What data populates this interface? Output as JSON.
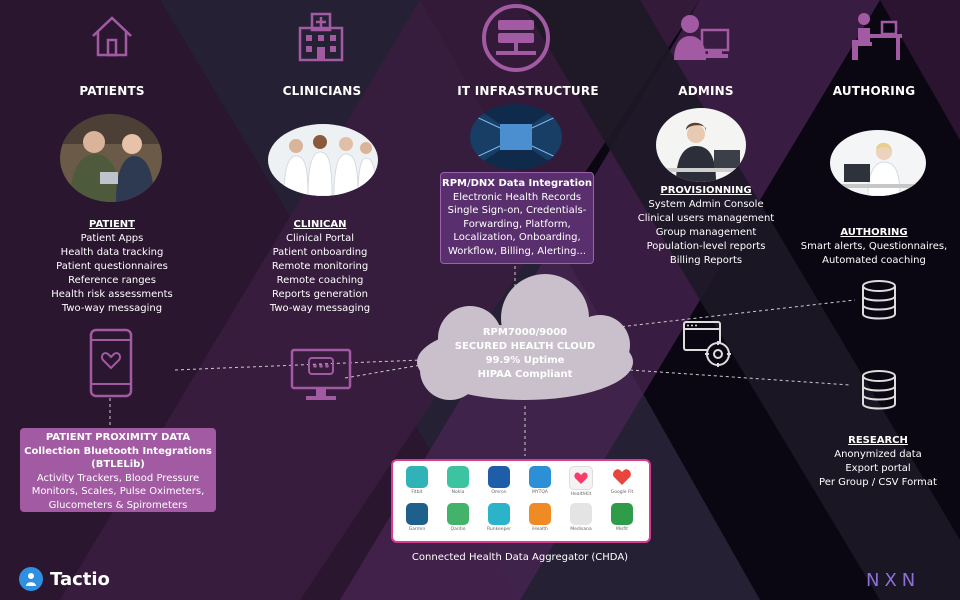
{
  "colors": {
    "accent": "#a25aa3",
    "pink": "#d83c92",
    "cloud": "#c9c0cc"
  },
  "categories": [
    {
      "id": "patients",
      "label": "PATIENTS",
      "icon": "house-icon"
    },
    {
      "id": "clinicians",
      "label": "CLINICIANS",
      "icon": "hospital-icon"
    },
    {
      "id": "it",
      "label": "IT INFRASTRUCTURE",
      "icon": "server-icon"
    },
    {
      "id": "admins",
      "label": "ADMINS",
      "icon": "admin-computer-icon"
    },
    {
      "id": "authoring",
      "label": "AUTHORING",
      "icon": "desk-worker-icon"
    }
  ],
  "patient": {
    "title": "PATIENT",
    "items": [
      "Patient Apps",
      "Health data tracking",
      "Patient questionnaires",
      "Reference ranges",
      "Health risk assessments",
      "Two-way messaging"
    ]
  },
  "clinician": {
    "title": "CLINICAN",
    "items": [
      "Clinical Portal",
      "Patient onboarding",
      "Remote monitoring",
      "Remote coaching",
      "Reports generation",
      "Two-way messaging"
    ]
  },
  "integration": {
    "title": "RPM/DNX Data Integration",
    "lines": [
      "Electronic Health Records",
      "Single Sign-on, Credentials-",
      "Forwarding, Platform,",
      "Localization, Onboarding,",
      "Workflow, Billing, Alerting..."
    ]
  },
  "provisioning": {
    "title": "PROVISIONNING",
    "items": [
      "System Admin Console",
      "Clinical users management",
      "Group management",
      "Population-level reports",
      "Billing Reports"
    ]
  },
  "authoring": {
    "title": "AUTHORING",
    "items": [
      "Smart alerts, Questionnaires,",
      "Automated coaching"
    ]
  },
  "cloud": {
    "lines": [
      "RPM7000/9000",
      "SECURED HEALTH CLOUD",
      "99.9% Uptime",
      "HIPAA Compliant"
    ]
  },
  "proximity": {
    "title": "PATIENT PROXIMITY DATA",
    "subtitle_lines": [
      "Collection Bluetooth Integrations",
      "(BTLELib)"
    ],
    "lines": [
      "Activity Trackers, Blood Pressure",
      "Monitors, Scales, Pulse Oximeters,",
      "Glucometers & Spirometers"
    ]
  },
  "research": {
    "title": "RESEARCH",
    "items": [
      "Anonymized data",
      "Export portal",
      "Per Group / CSV Format"
    ]
  },
  "apps": [
    {
      "name": "Fitbit",
      "color": "#2fb3b8"
    },
    {
      "name": "Nokia",
      "color": "#3cc4a1"
    },
    {
      "name": "Omron",
      "color": "#1e5ea8"
    },
    {
      "name": "MYTQA",
      "color": "#2d8fd6"
    },
    {
      "name": "HealthKit",
      "color": "#f3f3f3"
    },
    {
      "name": "Google Fit",
      "color": "#e8463c"
    },
    {
      "name": "Garmin",
      "color": "#1f5f8c"
    },
    {
      "name": "Qardio",
      "color": "#43b26b"
    },
    {
      "name": "Runkeeper",
      "color": "#2bb4c9"
    },
    {
      "name": "iHealth",
      "color": "#f08a24"
    },
    {
      "name": "Medisana",
      "color": "#e4e4e4"
    },
    {
      "name": "Misfit",
      "color": "#2f9c4a"
    }
  ],
  "aggregator_label": "Connected Health Data Aggregator (CHDA)",
  "brand": {
    "name": "Tactio",
    "partner": "NXN"
  }
}
